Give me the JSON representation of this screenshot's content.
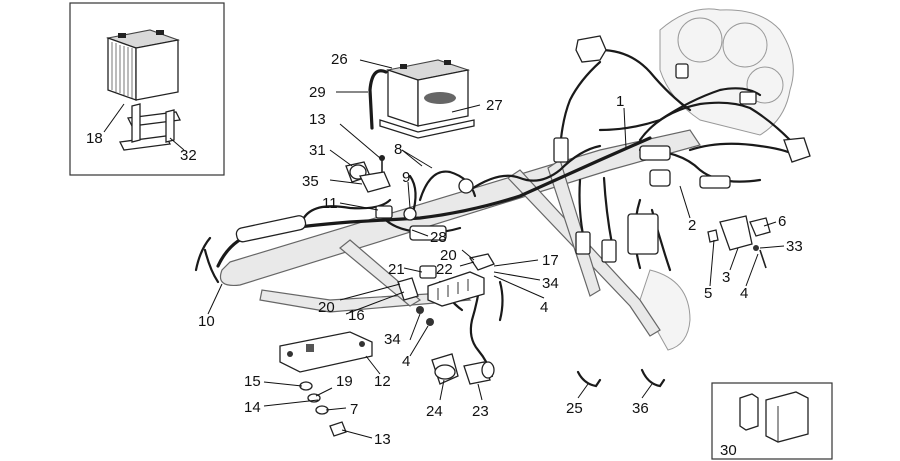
{
  "labels": {
    "l1": "1",
    "l2": "2",
    "l3": "3",
    "l4a": "4",
    "l4b": "4",
    "l4c": "4",
    "l5": "5",
    "l6": "6",
    "l7": "7",
    "l8": "8",
    "l9": "9",
    "l10": "10",
    "l11": "11",
    "l12": "12",
    "l13a": "13",
    "l13b": "13",
    "l14": "14",
    "l15": "15",
    "l16": "16",
    "l17": "17",
    "l18": "18",
    "l19": "19",
    "l20a": "20",
    "l20b": "20",
    "l21": "21",
    "l22": "22",
    "l23": "23",
    "l24": "24",
    "l25": "25",
    "l26": "26",
    "l27": "27",
    "l28": "28",
    "l29": "29",
    "l30": "30",
    "l31": "31",
    "l32": "32",
    "l33": "33",
    "l34a": "34",
    "l34b": "34",
    "l35": "35",
    "l36": "36"
  }
}
